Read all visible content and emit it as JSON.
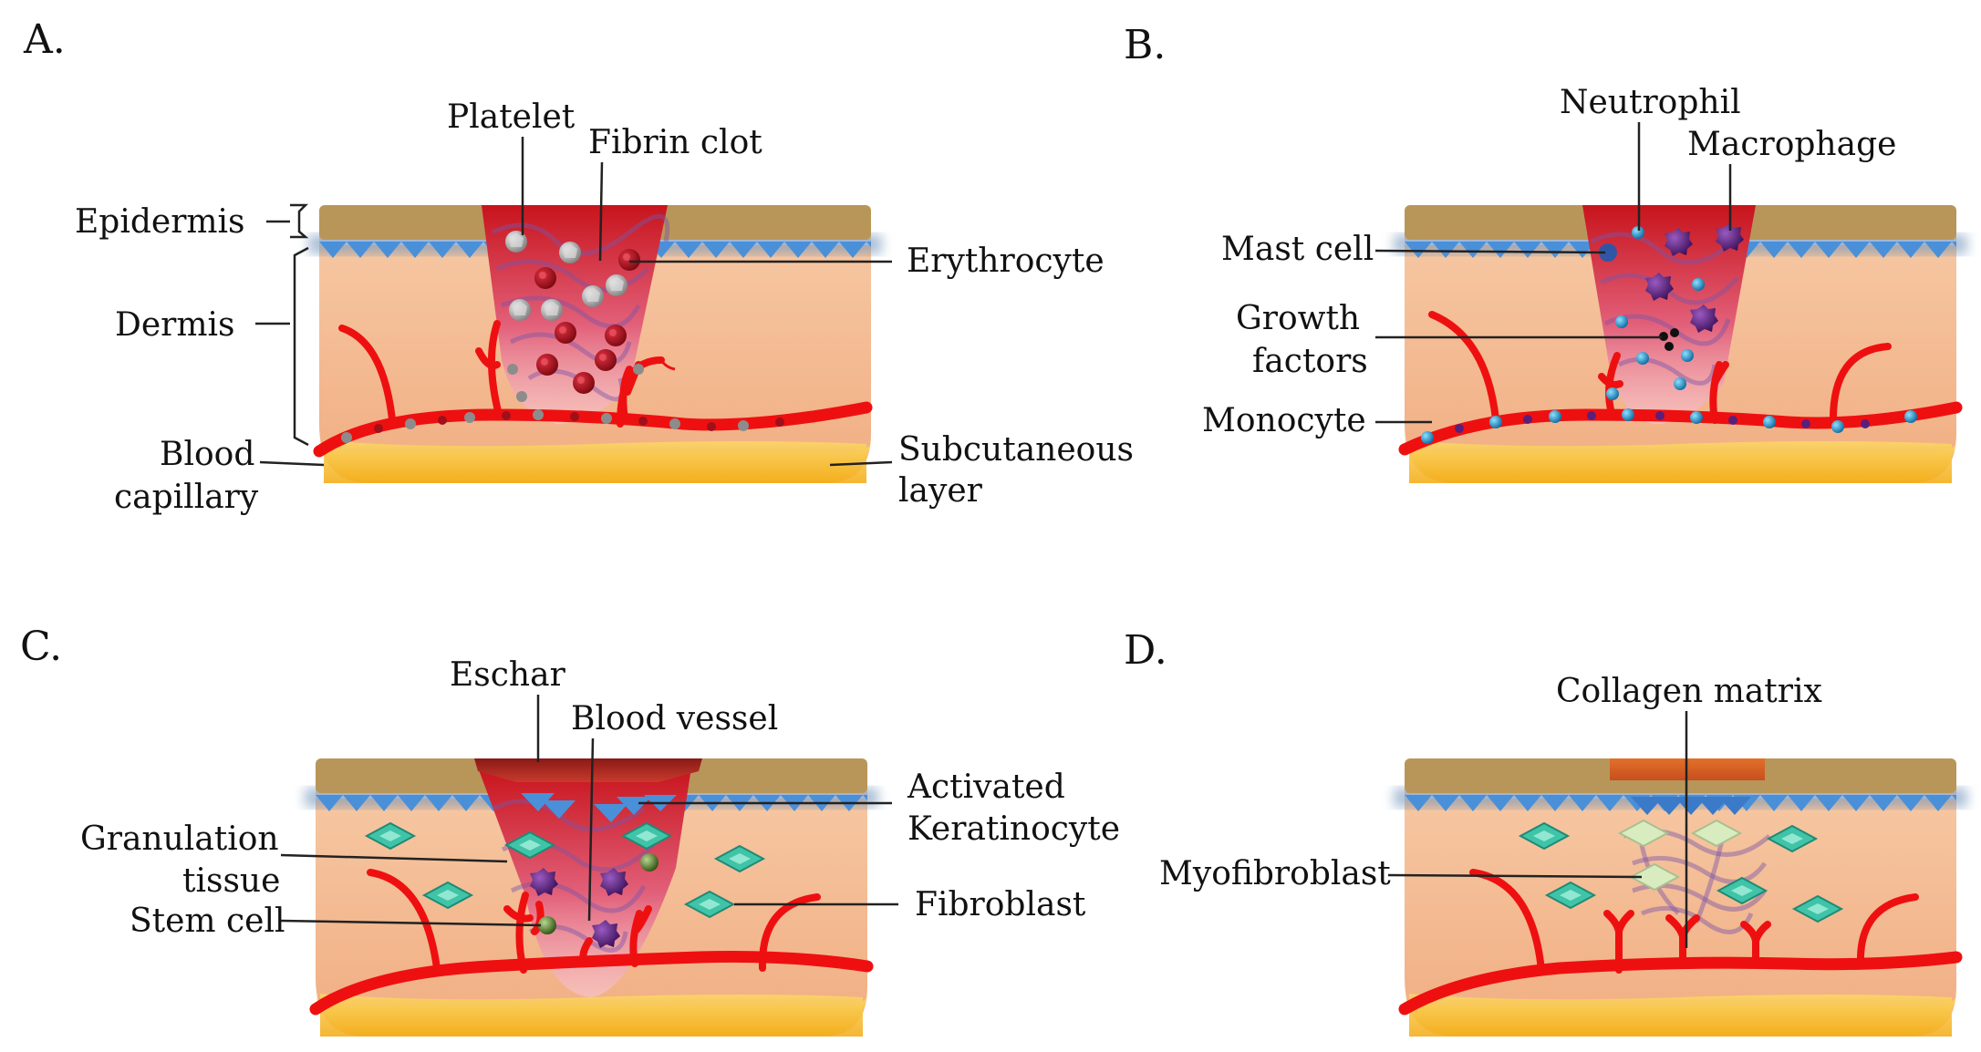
{
  "panels": {
    "a": {
      "letter": "A.",
      "labels": {
        "platelet": "Platelet",
        "fibrin_clot": "Fibrin clot",
        "epidermis": "Epidermis",
        "erythrocyte": "Erythrocyte",
        "dermis": "Dermis",
        "blood_l1": "Blood",
        "blood_l2": "capillary",
        "subcut_l1": "Subcutaneous",
        "subcut_l2": "layer"
      }
    },
    "b": {
      "letter": "B.",
      "labels": {
        "neutrophil": "Neutrophil",
        "macrophage": "Macrophage",
        "mast_cell": "Mast cell",
        "growth_l1": "Growth",
        "growth_l2": "factors",
        "monocyte": "Monocyte"
      }
    },
    "c": {
      "letter": "C.",
      "labels": {
        "eschar": "Eschar",
        "blood_vessel": "Blood vessel",
        "activated_l1": "Activated",
        "activated_l2": "Keratinocyte",
        "granulation_l1": "Granulation",
        "granulation_l2": "tissue",
        "stem_cell": "Stem cell",
        "fibroblast": "Fibroblast"
      }
    },
    "d": {
      "letter": "D.",
      "labels": {
        "collagen_matrix": "Collagen matrix",
        "myofibroblast": "Myofibroblast"
      }
    }
  },
  "colors": {
    "epidermis": "#b8965a",
    "keratinocyte": "#4a90d9",
    "dermis": "#f3b98e",
    "subcutaneous": "#f7b82a",
    "capillary": "#ee1010",
    "wound": "#c8141c",
    "platelet": "#a0a0a0",
    "erythrocyte": "#a0101a",
    "macrophage": "#5a1f7a",
    "monocyte": "#1e8fc0",
    "fibroblast": "#3fc4a8",
    "myofibroblast": "#d8ecc0",
    "stem_cell": "#4f7a2a",
    "collagen": "#8a6aaa"
  }
}
